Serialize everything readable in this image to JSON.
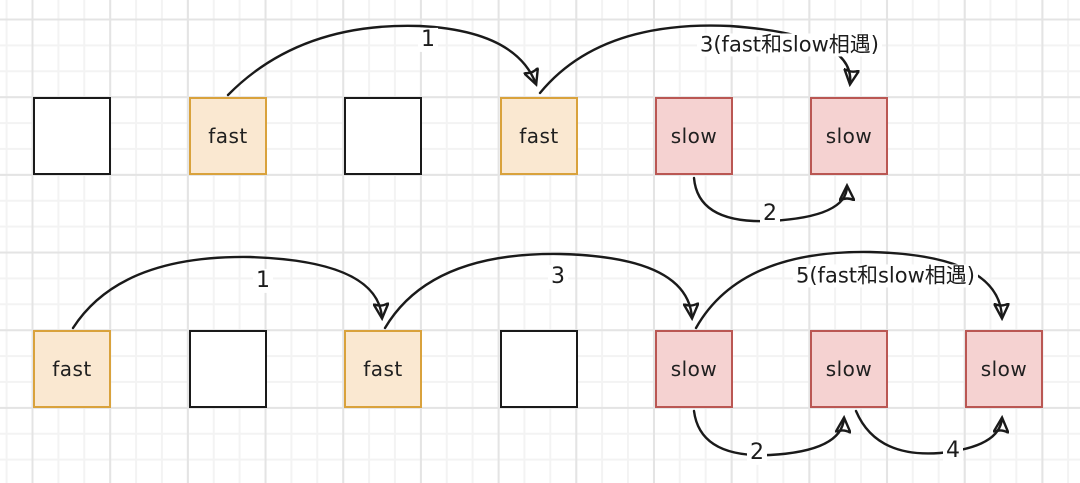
{
  "diagram_type": "fast-slow-pointer-linked-list",
  "colors": {
    "fast_fill": "#FAE8D1",
    "fast_border": "#D9A23C",
    "slow_fill": "#F5D2D1",
    "slow_border": "#BA5753",
    "empty_fill": "#FFFFFF",
    "empty_border": "#1A1A1A",
    "arrow": "#1A1A1A",
    "grid_minor": "#F3F3F3",
    "grid_major": "#E4E4E4"
  },
  "rows": [
    {
      "name": "iteration-view-1",
      "boxes": [
        {
          "kind": "empty",
          "label": ""
        },
        {
          "kind": "fast",
          "label": "fast"
        },
        {
          "kind": "empty",
          "label": ""
        },
        {
          "kind": "fast",
          "label": "fast"
        },
        {
          "kind": "slow",
          "label": "slow"
        },
        {
          "kind": "slow",
          "label": "slow"
        }
      ],
      "arrows": [
        {
          "id": "fast-step-1",
          "label": "1"
        },
        {
          "id": "fast-step-3-meet",
          "label": "3(fast和slow相遇)"
        },
        {
          "id": "slow-step-2",
          "label": "2"
        }
      ]
    },
    {
      "name": "iteration-view-2",
      "boxes": [
        {
          "kind": "fast",
          "label": "fast"
        },
        {
          "kind": "empty",
          "label": ""
        },
        {
          "kind": "fast",
          "label": "fast"
        },
        {
          "kind": "empty",
          "label": ""
        },
        {
          "kind": "slow",
          "label": "slow"
        },
        {
          "kind": "slow",
          "label": "slow"
        },
        {
          "kind": "slow",
          "label": "slow"
        }
      ],
      "arrows": [
        {
          "id": "fast-step-1",
          "label": "1"
        },
        {
          "id": "fast-step-3",
          "label": "3"
        },
        {
          "id": "fast-step-5-meet",
          "label": "5(fast和slow相遇)"
        },
        {
          "id": "slow-step-2",
          "label": "2"
        },
        {
          "id": "slow-step-4",
          "label": "4"
        }
      ]
    }
  ]
}
